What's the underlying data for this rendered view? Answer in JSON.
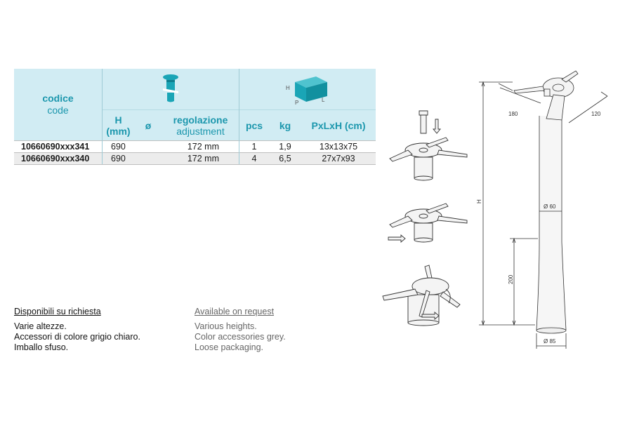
{
  "table": {
    "code_label_it": "codice",
    "code_label_en": "code",
    "box_labels": {
      "h": "H",
      "p": "P",
      "l": "L"
    },
    "col_h": "H",
    "col_h_unit": "(mm)",
    "col_diam": "ø",
    "col_reg_it": "regolazione",
    "col_reg_en": "adjustment",
    "col_pcs": "pcs",
    "col_kg": "kg",
    "col_dims": "PxLxH (cm)",
    "rows": [
      {
        "code": "10660690xxx341",
        "h": "690",
        "diam": "",
        "reg": "172 mm",
        "pcs": "1",
        "kg": "1,9",
        "dims": "13x13x75"
      },
      {
        "code": "10660690xxx340",
        "h": "690",
        "diam": "",
        "reg": "172 mm",
        "pcs": "4",
        "kg": "6,5",
        "dims": "27x7x93"
      }
    ]
  },
  "notes_it": {
    "heading": "Disponibili su richiesta",
    "lines": [
      "Varie altezze.",
      "Accessori di colore grigio chiaro.",
      "Imballo sfuso."
    ]
  },
  "notes_en": {
    "heading": "Available on request",
    "lines": [
      "Various heights.",
      "Color accessories grey.",
      "Loose packaging."
    ]
  },
  "drawing": {
    "dim_180": "180",
    "dim_120": "120",
    "dim_h": "H",
    "dim_d60": "Ø 60",
    "dim_200": "200",
    "dim_d85": "Ø 85"
  },
  "colors": {
    "accent": "#1c97ad",
    "header_bg": "#d1ecf3",
    "box_teal": "#1aa5b6"
  },
  "icons": [
    "leg-icon",
    "box-icon",
    "assembly-step-icon"
  ]
}
